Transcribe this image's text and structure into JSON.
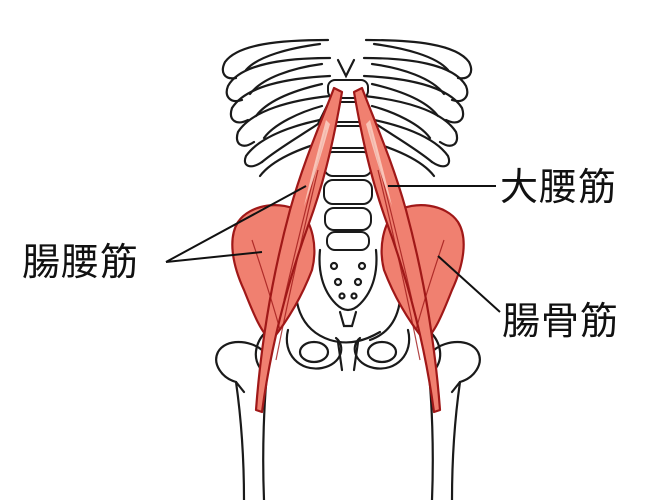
{
  "labels": {
    "psoas_major": "大腰筋",
    "iliopsoas": "腸腰筋",
    "iliacus": "腸骨筋"
  },
  "colors": {
    "muscle_fill": "#f08070",
    "muscle_stroke": "#a01818",
    "muscle_highlight": "#fbd0c4",
    "bone_stroke": "#1a1a1a",
    "leader_line": "#111111"
  }
}
